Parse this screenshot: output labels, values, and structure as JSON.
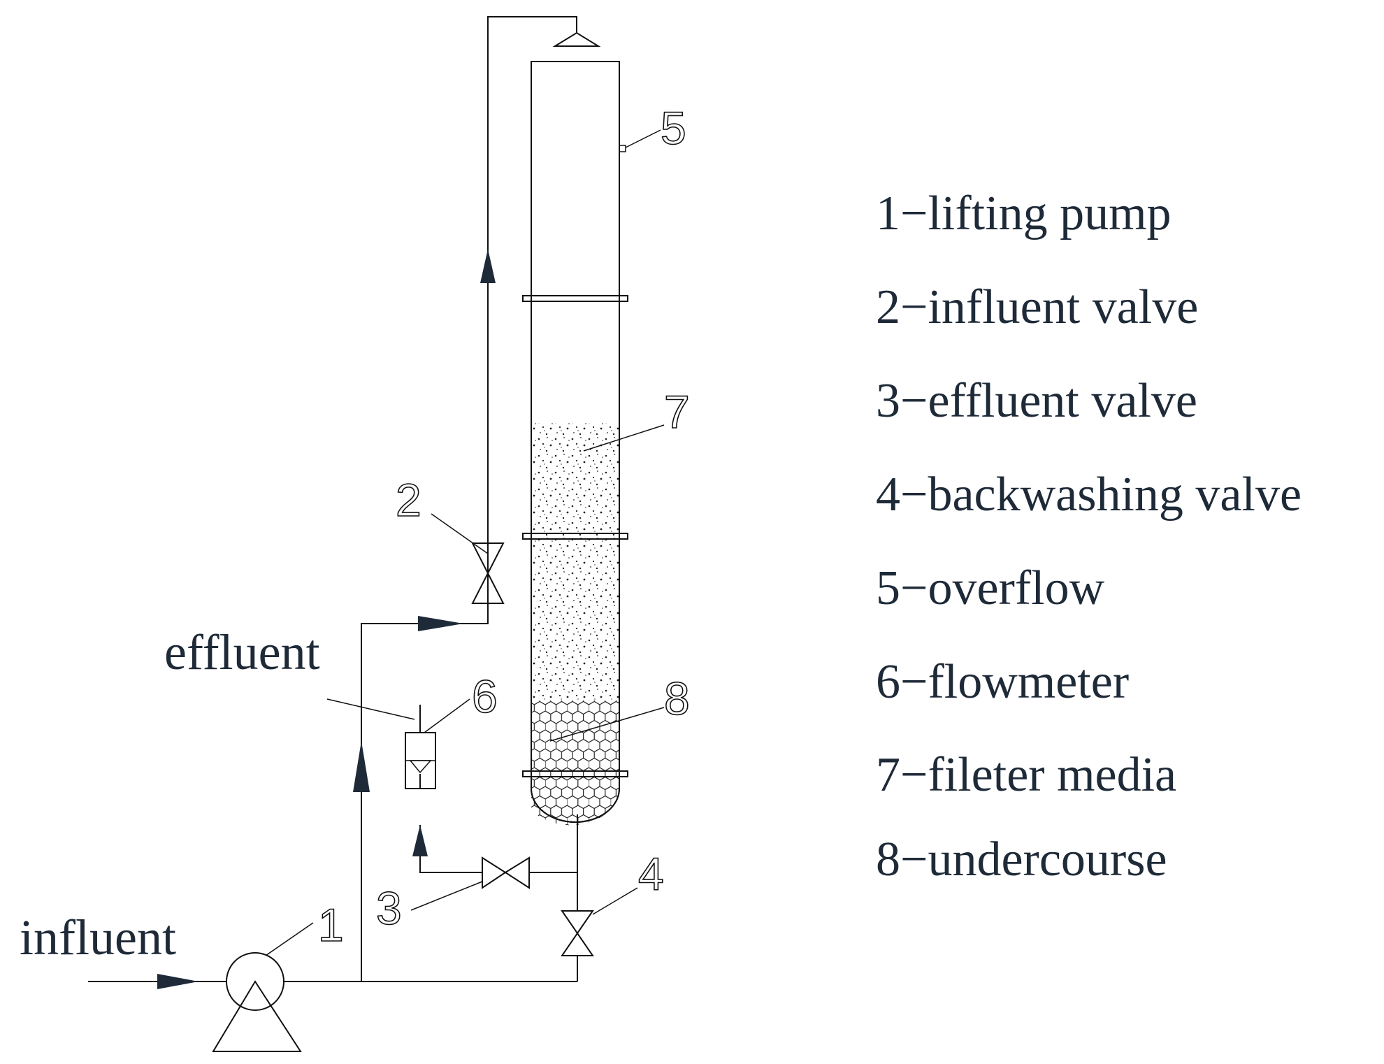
{
  "labels": {
    "influent": "influent",
    "effluent": "effluent"
  },
  "callouts": {
    "pump": "1",
    "influent_valve": "2",
    "effluent_valve": "3",
    "backwash_valve": "4",
    "overflow": "5",
    "flowmeter": "6",
    "filter_media": "7",
    "undercourse": "8"
  },
  "legend": [
    "1−lifting pump",
    "2−influent valve",
    "3−effluent valve",
    "4−backwashing valve",
    "5−overflow",
    "6−flowmeter",
    "7−fileter media",
    "8−undercourse"
  ]
}
